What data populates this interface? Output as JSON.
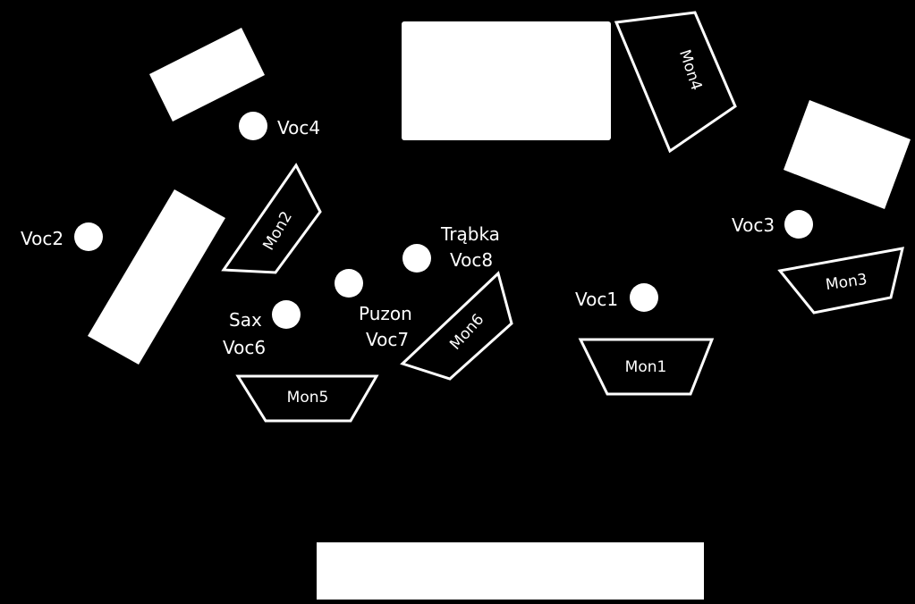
{
  "colors": {
    "background": "#000000",
    "foreground": "#ffffff"
  },
  "vocals": {
    "voc1": "Voc1",
    "voc2": "Voc2",
    "voc3": "Voc3",
    "voc4": "Voc4",
    "voc6": "Voc6",
    "voc7": "Voc7",
    "voc8": "Voc8"
  },
  "instruments": {
    "sax": "Sax",
    "puzon": "Puzon",
    "trabka": "Trąbka"
  },
  "monitors": {
    "mon1": "Mon1",
    "mon2": "Mon2",
    "mon3": "Mon3",
    "mon4": "Mon4",
    "mon5": "Mon5",
    "mon6": "Mon6"
  }
}
